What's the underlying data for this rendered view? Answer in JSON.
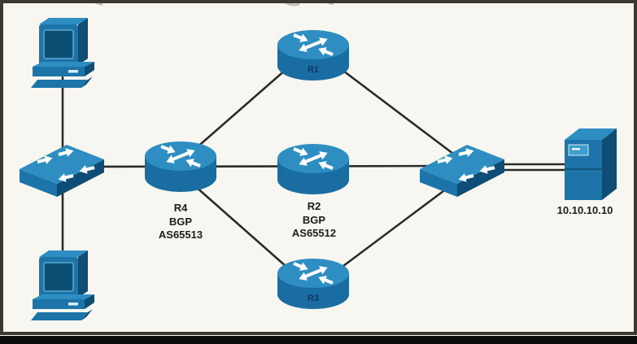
{
  "palette": {
    "background": "#f7f6f0",
    "frame_border": "#3b382f",
    "bottom_bar": "#0c0c0c",
    "device_top": "#2e8ec2",
    "device_front": "#1c74a9",
    "device_side": "#0e4d75",
    "link_line": "#2b2b2b",
    "label_text": "#1d1d1d",
    "on_device_label": "#103763"
  },
  "nodes": {
    "router_r1": {
      "label": "R1"
    },
    "router_r2": {
      "name": "R2",
      "protocol": "BGP",
      "asn": "AS65512"
    },
    "router_r3": {
      "label": "R3"
    },
    "router_r4": {
      "name": "R4",
      "protocol": "BGP",
      "asn": "AS65513"
    },
    "server": {
      "ip": "10.10.10.10"
    }
  },
  "links": [
    {
      "from": "workstation-top",
      "to": "switch-left"
    },
    {
      "from": "workstation-bottom",
      "to": "switch-left"
    },
    {
      "from": "switch-left",
      "to": "router-r4"
    },
    {
      "from": "router-r4",
      "to": "router-r1"
    },
    {
      "from": "router-r4",
      "to": "router-r2"
    },
    {
      "from": "router-r4",
      "to": "router-r3"
    },
    {
      "from": "router-r1",
      "to": "switch-right"
    },
    {
      "from": "router-r2",
      "to": "switch-right"
    },
    {
      "from": "router-r3",
      "to": "switch-right"
    },
    {
      "from": "switch-right",
      "to": "server",
      "style": "double"
    }
  ]
}
